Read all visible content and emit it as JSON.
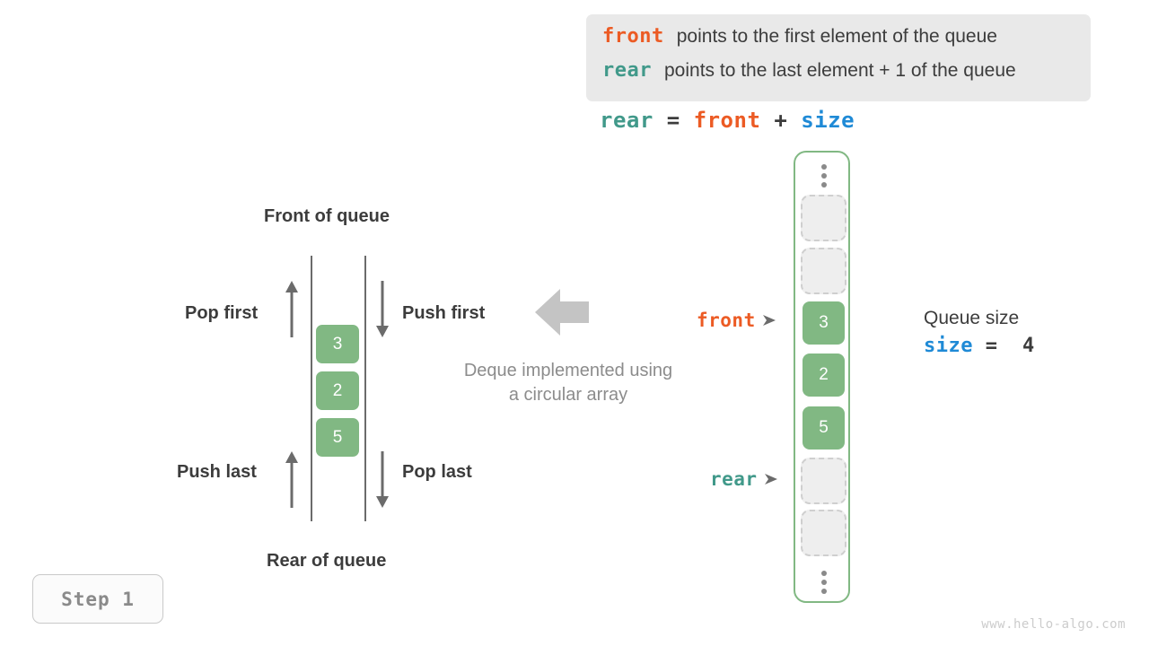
{
  "note": {
    "lines": [
      {
        "keyword": "front",
        "keyword_color": "#ec5b24",
        "text": "points to the first element of the queue"
      },
      {
        "keyword": "rear",
        "keyword_color": "#41998a",
        "text": "points to the last element + 1 of the queue"
      }
    ],
    "background": "#e9e9e9"
  },
  "equation": {
    "lhs": "rear",
    "eq": "=",
    "rhs1": "front",
    "plus": "+",
    "rhs2": "size"
  },
  "deque": {
    "title_front": "Front of queue",
    "title_rear": "Rear of queue",
    "operations": {
      "pop_first": "Pop first",
      "push_first": "Push first",
      "push_last": "Push last",
      "pop_last": "Pop last"
    },
    "cells": [
      "3",
      "2",
      "5"
    ],
    "cell_color": "#81b883",
    "caption_line1": "Deque implemented using",
    "caption_line2": "a circular array"
  },
  "array": {
    "border_color": "#81b883",
    "slots": [
      {
        "kind": "empty",
        "value": ""
      },
      {
        "kind": "empty",
        "value": ""
      },
      {
        "kind": "filled",
        "value": "3"
      },
      {
        "kind": "filled",
        "value": "2"
      },
      {
        "kind": "filled",
        "value": "5"
      },
      {
        "kind": "empty",
        "value": ""
      },
      {
        "kind": "empty",
        "value": ""
      }
    ],
    "pointers": {
      "front": {
        "label": "front",
        "color": "#ec5b24",
        "slot_index": 2
      },
      "rear": {
        "label": "rear",
        "color": "#41998a",
        "slot_index": 5
      }
    }
  },
  "size_info": {
    "label": "Queue size",
    "var": "size",
    "eq": "=",
    "value": "4",
    "var_color": "#1f8ad6"
  },
  "step_badge": "Step 1",
  "watermark": "www.hello-algo.com"
}
